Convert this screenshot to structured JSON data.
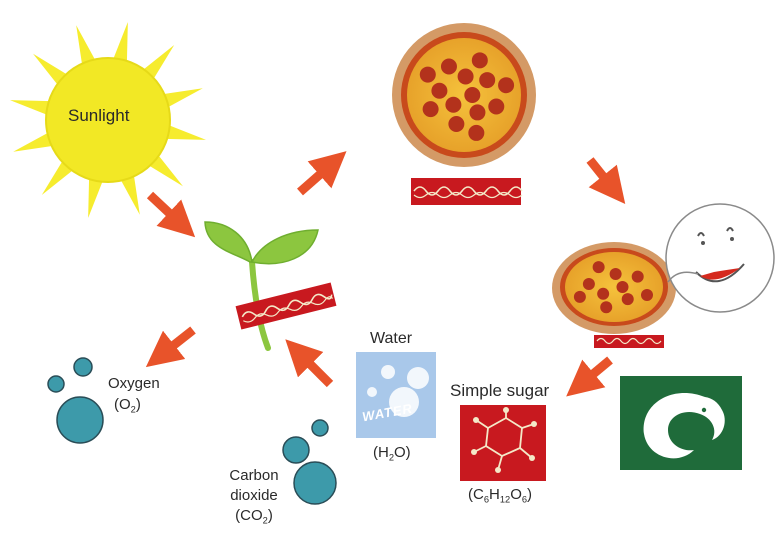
{
  "sun": {
    "label": "Sunlight"
  },
  "oxygen": {
    "name": "Oxygen",
    "formula_pre": "(O",
    "formula_sub": "2",
    "formula_post": ")"
  },
  "carbon_dioxide": {
    "line1": "Carbon",
    "line2": "dioxide",
    "formula_pre": "(CO",
    "formula_sub": "2",
    "formula_post": ")"
  },
  "water": {
    "title": "Water",
    "box_text": "WATER",
    "formula_pre": "(H",
    "formula_sub": "2",
    "formula_post": "O)"
  },
  "simple_sugar": {
    "title": "Simple sugar",
    "formula": [
      {
        "t": "(C",
        "s": "6"
      },
      {
        "t": "H",
        "s": "12"
      },
      {
        "t": "O",
        "s": "6"
      },
      {
        "t": ")",
        "s": ""
      }
    ]
  },
  "colors": {
    "arrow": "#e8532a",
    "sun": "#f2e825",
    "sun_ray": "#f6ec2e",
    "leaf": "#8cc63f",
    "leaf_dark": "#6fae2f",
    "molecule": "#3d9aaa",
    "molecule_stroke": "#2a4d57",
    "sugar_red": "#c8191f",
    "green_tile": "#1f6b3a",
    "water_tile": "#a9c8ea",
    "pizza_crust": "#e0a24a",
    "pizza_sauce": "#c84a1c",
    "pizza_cheese": "#f0b832",
    "pepperoni": "#b3321c",
    "plate": "#d49a66"
  }
}
